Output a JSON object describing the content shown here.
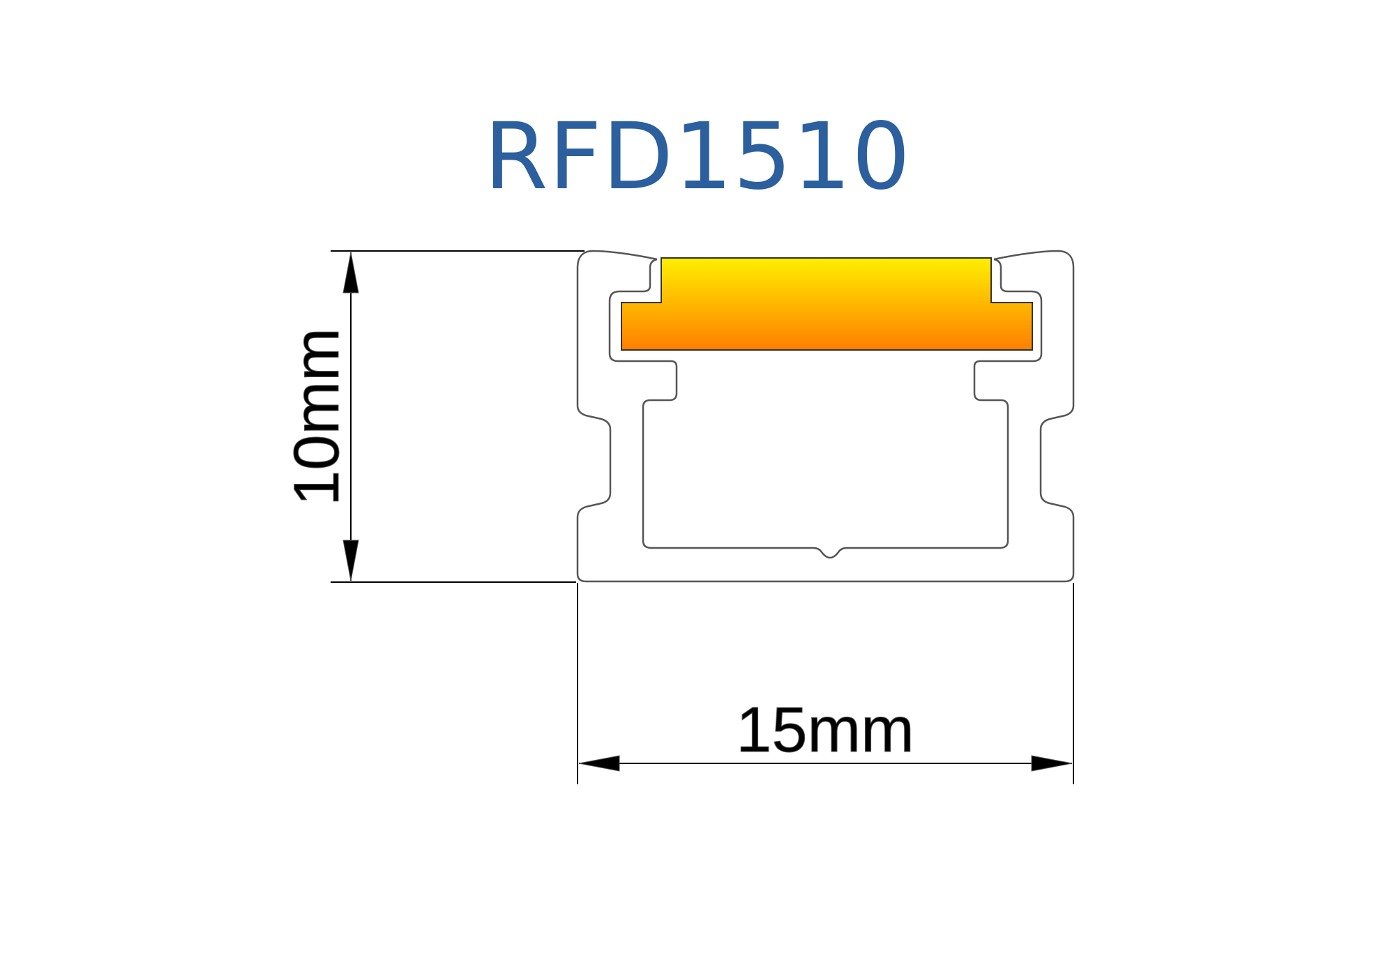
{
  "title": "RFD1510",
  "dimensions": {
    "height_label": "10mm",
    "width_label": "15mm"
  },
  "colors": {
    "title": "#2b5f9e",
    "outline": "#555555",
    "dimension_line": "#000000",
    "diffuser_top": "#ffef00",
    "diffuser_bottom": "#ff7f00"
  }
}
